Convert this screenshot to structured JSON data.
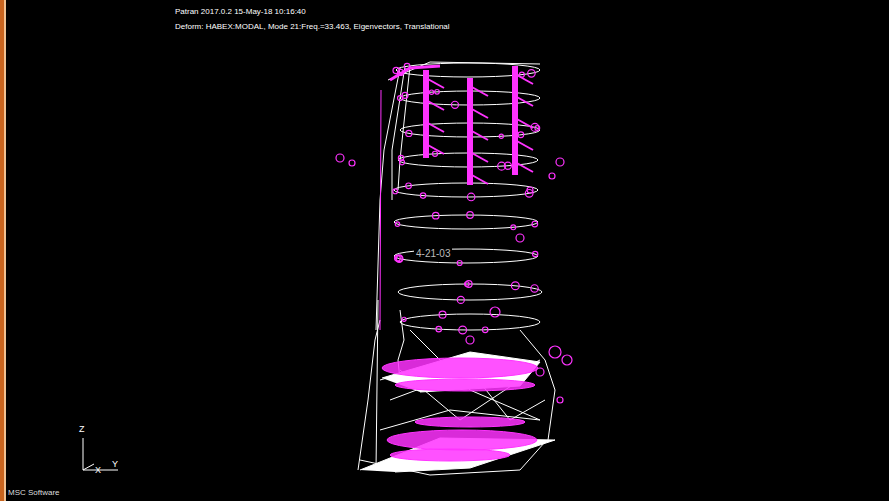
{
  "diagram": {
    "labels": [
      "Patran 2017.0.2 15-May-18 10:16:40",
      "Deform: HABEX:MODAL, Mode 21:Freq.=33.463, Eigenvectors, Translational",
      "4-21-03",
      "Z",
      "X",
      "Y",
      "MSC Software"
    ]
  }
}
